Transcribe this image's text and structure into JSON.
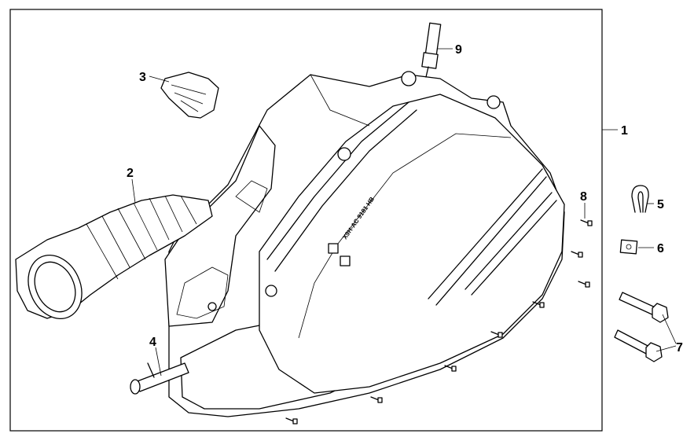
{
  "diagram": {
    "frame_label": "1",
    "parts": [
      {
        "ref": "air-box-assembly",
        "label": "1"
      },
      {
        "ref": "intake-duct",
        "label": "2"
      },
      {
        "ref": "sensor-bracket",
        "label": "3"
      },
      {
        "ref": "drain-tube",
        "label": "4"
      },
      {
        "ref": "hose-clip",
        "label": "5"
      },
      {
        "ref": "clip-nut",
        "label": "6"
      },
      {
        "ref": "flange-bolts",
        "label": "7"
      },
      {
        "ref": "cover-screws",
        "label": "8"
      },
      {
        "ref": "breather-tube",
        "label": "9"
      }
    ],
    "cover_embossing": "X9H-AC 9181 HB"
  }
}
